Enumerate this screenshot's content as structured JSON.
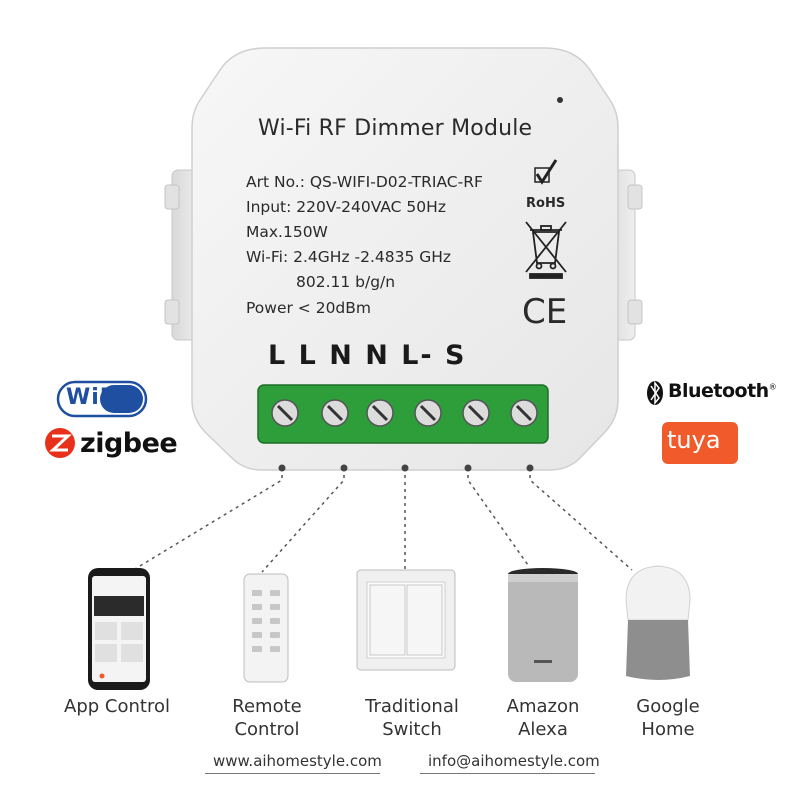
{
  "module": {
    "title": "Wi-Fi RF Dimmer Module",
    "specs": [
      "Art No.: QS-WIFI-D02-TRIAC-RF",
      "Input: 220V-240VAC 50Hz",
      "Max.150W",
      "Wi-Fi: 2.4GHz -2.4835 GHz",
      "802.11 b/g/n",
      "Power < 20dBm"
    ],
    "terminals": "L L N N L- S",
    "rohs": "RoHS",
    "ce": "CE",
    "terminal_color": "#2e9e3a"
  },
  "logos": {
    "wifi": "WiFi",
    "zigbee": "zigbee",
    "bluetooth": "Bluetooth",
    "bluetooth_mark": "®",
    "tuya": "tuya",
    "tuya_color": "#f15a2b",
    "wifi_color": "#1f4fa0"
  },
  "devices": [
    {
      "label_line1": "App Control",
      "label_line2": ""
    },
    {
      "label_line1": "Remote",
      "label_line2": "Control"
    },
    {
      "label_line1": "Traditional",
      "label_line2": "Switch"
    },
    {
      "label_line1": "Amazon",
      "label_line2": "Alexa"
    },
    {
      "label_line1": "Google",
      "label_line2": "Home"
    }
  ],
  "footer": {
    "website": "www.aihomestyle.com",
    "email": "info@aihomestyle.com"
  }
}
